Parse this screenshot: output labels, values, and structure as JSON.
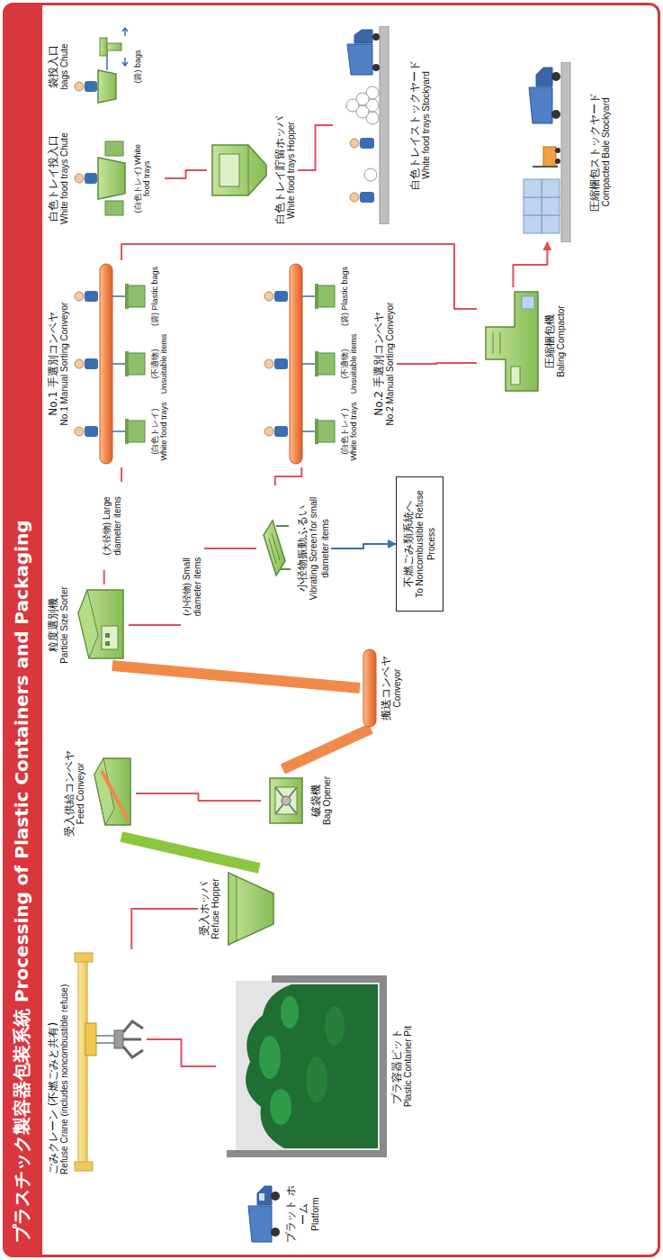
{
  "diagram": {
    "title": "プラスチック製容器包装系統 Processing of Plastic Containers and Packaging",
    "nodes": [
      {
        "text": [
          "ごみクレーン (不燃ごみと共有)",
          "Refuse Crane (includes noncombustible refuse)"
        ]
      },
      {
        "text": [
          "プラット ホーム",
          "Platform"
        ]
      },
      {
        "text": [
          "プラ容器ピット",
          "Plastic Container Pit"
        ]
      },
      {
        "text": [
          "受入ホッパ",
          "Refuse Hopper"
        ]
      },
      {
        "text": [
          "受入供給コンベヤ",
          "Feed Conveyor"
        ]
      },
      {
        "text": [
          "破袋機",
          "Bag Opener"
        ]
      },
      {
        "text": [
          "搬送コンベヤ",
          "Conveyor"
        ]
      },
      {
        "text": [
          "粒度選別機",
          "Particle Size Sorter"
        ]
      },
      {
        "text": [
          "小径物振動ふるい",
          "Vibrating Screen for small diameter items"
        ]
      },
      {
        "text": [
          "不燃ごみ類系統へ",
          "To Noncombustible Refuse Process"
        ]
      },
      {
        "text": [
          "No.1 手選別コンベヤ",
          "No.1 Manual Sorting Conveyor"
        ]
      },
      {
        "text": [
          "No.2 手選別コンベヤ",
          "No.2 Manual Sorting Conveyor"
        ]
      },
      {
        "text": [
          "圧縮梱包機",
          "Baling Compactor"
        ]
      },
      {
        "text": [
          "圧縮梱包ストックヤード",
          "Compacted Bale Stockyard"
        ]
      },
      {
        "text": [
          "白色トレイ投入口",
          "White food trays Chute"
        ]
      },
      {
        "text": [
          "袋投入口",
          "bags Chute"
        ]
      },
      {
        "text": [
          "白色トレイ貯留ホッパ",
          "White food trays Hopper"
        ]
      },
      {
        "text": [
          "白色トレイストックヤード",
          "White food trays Stockyard"
        ]
      }
    ],
    "edges": [
      {
        "from": 2,
        "to": 0,
        "arrow": "none"
      },
      {
        "from": 0,
        "to": 3,
        "arrow": "none"
      },
      {
        "from": 3,
        "to": 4,
        "arrow": "none"
      },
      {
        "from": 4,
        "to": 5,
        "arrow": "none"
      },
      {
        "from": 5,
        "to": 6,
        "arrow": "none"
      },
      {
        "from": 6,
        "to": 7,
        "arrow": "none"
      },
      {
        "from": 7,
        "to": 10,
        "label": "(大径物) Large diameter items",
        "arrow": "none"
      },
      {
        "from": 7,
        "to": 8,
        "label": "(小径物) Small diameter items",
        "arrow": "none"
      },
      {
        "from": 8,
        "to": 11,
        "arrow": "none"
      },
      {
        "from": 8,
        "to": 9,
        "arrow": "to"
      },
      {
        "from": 10,
        "to": 12,
        "arrow": "none"
      },
      {
        "from": 11,
        "to": 12,
        "arrow": "none"
      },
      {
        "from": 12,
        "to": 13,
        "arrow": "to"
      },
      {
        "from": 14,
        "to": 16,
        "arrow": "none"
      },
      {
        "from": 16,
        "to": 17,
        "arrow": "none"
      }
    ],
    "labels": [
      "(白色トレイ) White food trays",
      "(不適物) Unsuitable items",
      "(袋) Plastic bags",
      "(白色トレイ) White food trays",
      "(不適物) Unsuitable items",
      "(袋) Plastic bags",
      "(白色トレイ) White food trays",
      "(袋) bags"
    ]
  }
}
